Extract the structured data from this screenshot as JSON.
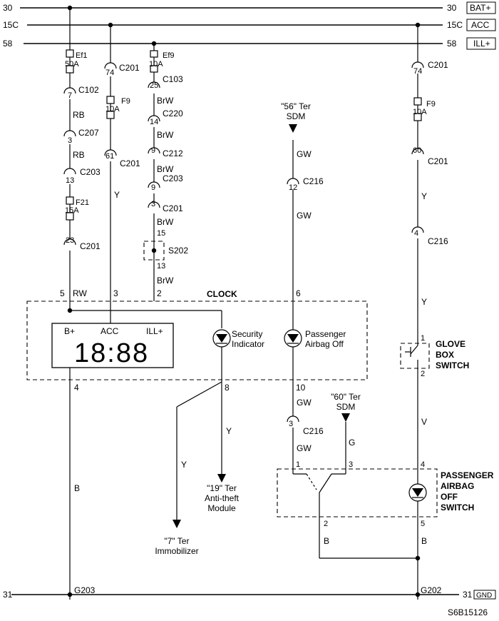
{
  "rails": {
    "bat": {
      "num_left": "30",
      "num_right": "30",
      "tag": "BAT+"
    },
    "acc": {
      "num_left": "15C",
      "num_right": "15C",
      "tag": "ACC"
    },
    "ill": {
      "num_left": "58",
      "num_right": "58",
      "tag": "ILL+"
    },
    "gnd": {
      "num_left": "31",
      "num_right": "31",
      "tag": "GND"
    }
  },
  "col1": {
    "fuse_ef1_name": "Ef1",
    "fuse_ef1_rating": "50A",
    "c102_pin": "7",
    "c102": "C102",
    "wire_rb_1": "RB",
    "c207_pin": "3",
    "c207": "C207",
    "wire_rb_2": "RB",
    "c203_pin": "13",
    "c203": "C203",
    "fuse_f21_name": "F21",
    "fuse_f21_rating": "15A",
    "c201_pin": "23",
    "c201": "C201"
  },
  "col2": {
    "c201a_pin": "74",
    "c201a": "C201",
    "fuse_f9_name": "F9",
    "fuse_f9_rating": "10A",
    "c201b_pin": "61",
    "c201b": "C201",
    "wire_y": "Y"
  },
  "col3": {
    "fuse_ef9_name": "Ef9",
    "fuse_ef9_rating": "10A",
    "c103_pin": "25",
    "c103": "C103",
    "wire_1": "BrW",
    "c220_pin": "14",
    "c220": "C220",
    "wire_2": "BrW",
    "c212_pin": "9",
    "c212": "C212",
    "wire_3": "BrW",
    "c203_pin": "9",
    "c203": "C203",
    "c201_pin": "3",
    "c201": "C201",
    "wire_4": "BrW",
    "s202_top": "15",
    "s202": "S202",
    "s202_bottom": "13",
    "wire_5": "BrW"
  },
  "clock": {
    "title": "CLOCK",
    "pin5": "5",
    "pin5_wire": "RW",
    "pin3": "3",
    "pin2": "2",
    "pin6": "6",
    "label_b": "B+",
    "label_acc": "ACC",
    "label_ill": "ILL+",
    "display": "18:88",
    "security_indicator": [
      "Security",
      "Indicator"
    ],
    "passenger_airbag_off": [
      "Passenger",
      "Airbag Off"
    ],
    "pin4": "4",
    "pin8": "8",
    "pin10": "10"
  },
  "sdm56": {
    "ref": [
      "\"56\" Ter",
      "SDM"
    ],
    "wire1": "GW",
    "c216_pin": "12",
    "c216": "C216",
    "wire2": "GW"
  },
  "lower_mid": {
    "wire_gw_1": "GW",
    "c216_pin": "3",
    "c216": "C216",
    "wire_gw_2": "GW",
    "sdm60": [
      "\"60\" Ter",
      "SDM"
    ],
    "wire_g": "G",
    "pin1": "1",
    "pin3": "3",
    "pin2": "2",
    "wire_b": "B"
  },
  "branch": {
    "wire_y_left": "Y",
    "wire_y_right": "Y",
    "anti_theft": [
      "\"19\" Ter",
      "Anti-theft",
      "Module"
    ],
    "immobilizer": [
      "\"7\" Ter",
      "Immobilizer"
    ],
    "wire_b_left": "B",
    "g203": "G203"
  },
  "right_col": {
    "c201a_pin": "74",
    "c201a": "C201",
    "fuse_name": "F9",
    "fuse_rating": "10A",
    "c201b_pin": "60",
    "c201b": "C201",
    "wire_y1": "Y",
    "c216_pin": "4",
    "c216": "C216",
    "wire_y2": "Y",
    "glove_pin1": "1",
    "glove_pin2": "2",
    "glove_box_switch": [
      "GLOVE",
      "BOX",
      "SWITCH"
    ],
    "wire_v": "V",
    "pabs_pin4": "4",
    "pabs_pin5": "5",
    "pabs_title": [
      "PASSENGER",
      "AIRBAG",
      "OFF",
      "SWITCH"
    ],
    "wire_b": "B",
    "g202": "G202"
  },
  "figure_id": "S6B15126"
}
